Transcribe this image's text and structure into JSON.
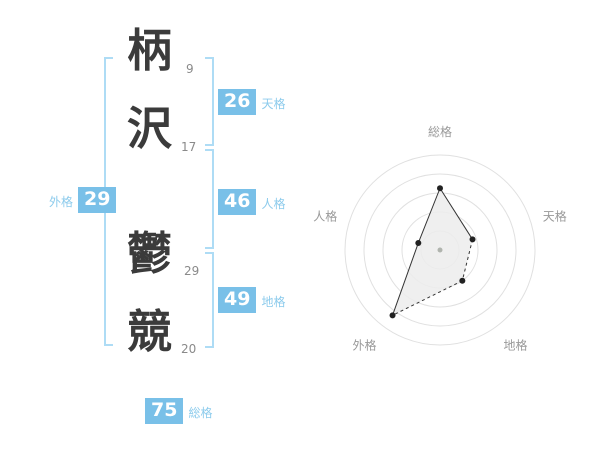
{
  "name_display": {
    "characters": [
      {
        "char": "柄",
        "strokes": "9"
      },
      {
        "char": "沢",
        "strokes": "17"
      },
      {
        "char": "鬱",
        "strokes": "29"
      },
      {
        "char": "競",
        "strokes": "20"
      }
    ]
  },
  "badges": {
    "tenkaku": {
      "value": "26",
      "label": "天格"
    },
    "jinkaku": {
      "value": "46",
      "label": "人格"
    },
    "chikaku": {
      "value": "49",
      "label": "地格"
    },
    "gaikaku": {
      "value": "29",
      "label": "外格"
    },
    "soukaku": {
      "value": "75",
      "label": "総格"
    }
  },
  "colors": {
    "badge_blue": "#79c0e8",
    "label_blue": "#8ccbec",
    "bracket_blue": "#aedcf5",
    "text_dark": "#3b3b3b",
    "muted_gray": "#8a8a8a"
  },
  "chart_data": {
    "type": "radar",
    "axes": [
      "総格",
      "天格",
      "地格",
      "外格",
      "人格"
    ],
    "kaku_values": [
      75,
      26,
      49,
      29,
      46
    ],
    "plot_radius_fraction": [
      0.65,
      0.36,
      0.4,
      0.85,
      0.24
    ],
    "rings": 5,
    "max_radius": 95,
    "label_radius": 108,
    "dashed_edges": [
      [
        1,
        2
      ],
      [
        2,
        3
      ]
    ],
    "style": {
      "grid": "#e0e0e0",
      "fill": "#ececec",
      "fill_opacity": "0.85",
      "stroke": "#333333",
      "dot": "#222222",
      "center_dot": "#b0b4ae",
      "label": "#999999"
    }
  }
}
